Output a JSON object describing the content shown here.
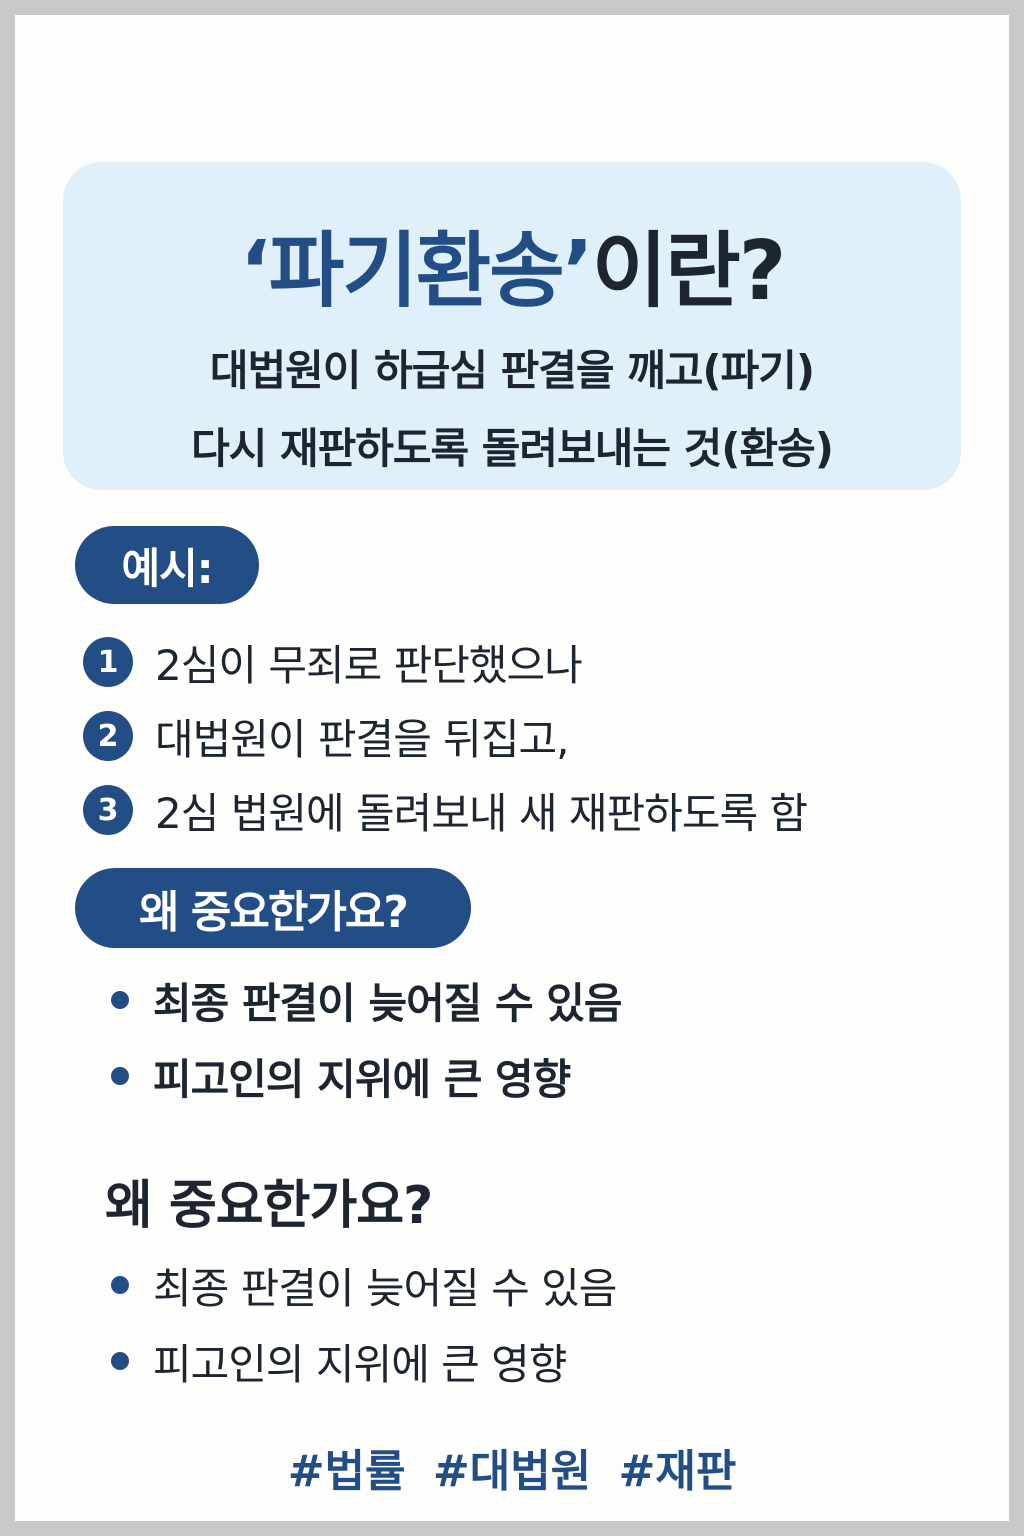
{
  "colors": {
    "frame": "#c9c9c9",
    "card": "#fdfdfc",
    "hero_bg": "#e0f0fb",
    "accent_navy": "#234e85",
    "text_dark": "#1c2530",
    "pill_text": "#ffffff"
  },
  "hero": {
    "title_quote_open": "‘",
    "title_term": "파기환송",
    "title_quote_close": "’",
    "title_suffix": "이란?",
    "description_line1": "대법원이 하급심 판결을 깨고(파기)",
    "description_line2": "다시 재판하도록 돌려보내는 것(환송)"
  },
  "example": {
    "label": "예시:",
    "steps": [
      {
        "number": "1",
        "text": "2심이 무죄로 판단했으나"
      },
      {
        "number": "2",
        "text": "대법원이 판결을 뒤집고,"
      },
      {
        "number": "3",
        "text": "2심 법원에 돌려보내 새 재판하도록 함"
      }
    ]
  },
  "importance": {
    "label": "왜 중요한가요?",
    "bullets": [
      "최종 판결이 늦어질 수 있음",
      "피고인의 지위에 큰 영향"
    ]
  },
  "importance_repeat": {
    "heading": "왜 중요한가요?",
    "bullets": [
      "최종 판결이 늦어질 수 있음",
      "피고인의 지위에 큰 영향"
    ]
  },
  "hashtags": [
    "#법률",
    "#대법원",
    "#재판"
  ]
}
